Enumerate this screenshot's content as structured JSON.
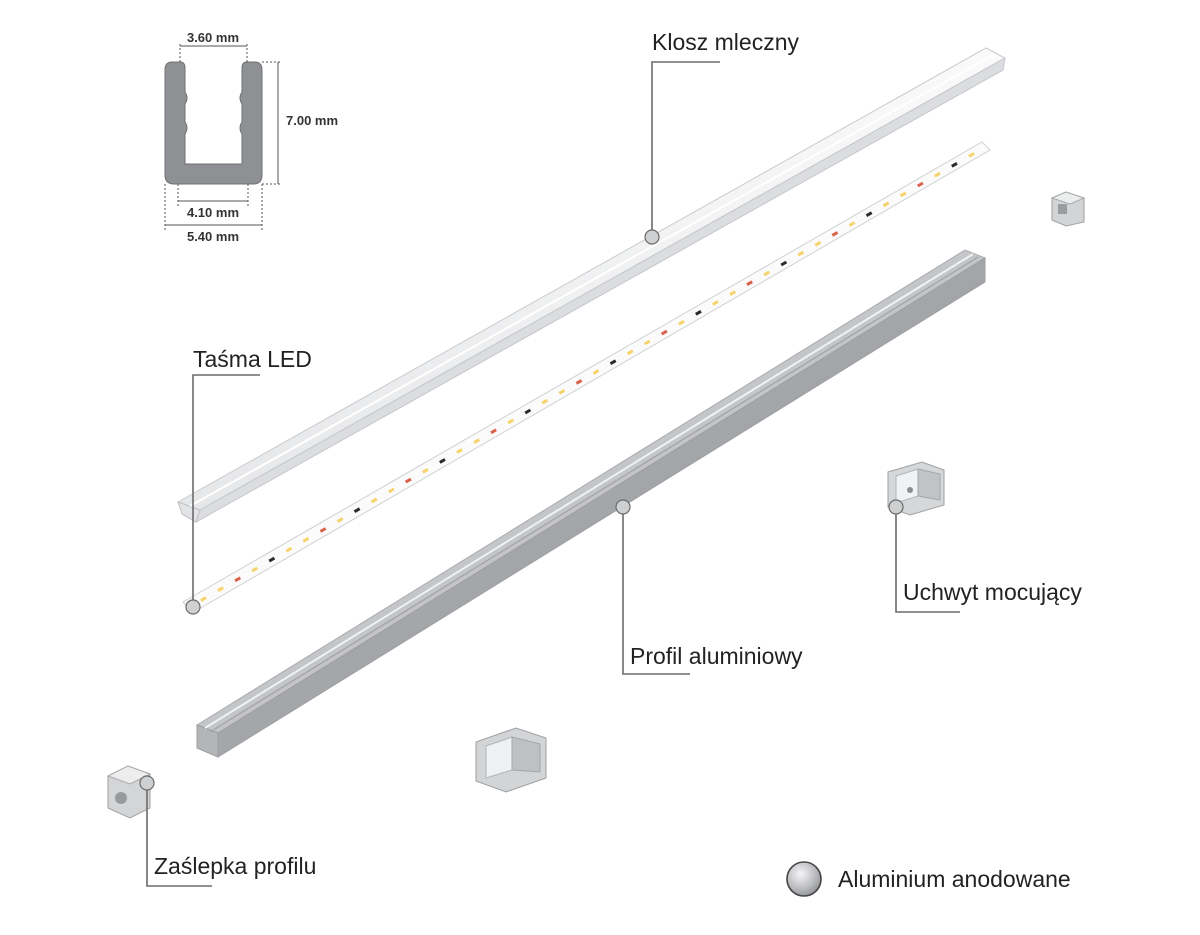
{
  "labels": {
    "diffuser": "Klosz mleczny",
    "led_strip": "Taśma LED",
    "aluminium_profile": "Profil aluminiowy",
    "mounting_clip": "Uchwyt mocujący",
    "end_cap": "Zaślepka profilu"
  },
  "dimensions": {
    "inner_top_width": "3.60 mm",
    "height": "7.00 mm",
    "inner_bottom_width": "4.10 mm",
    "outer_width": "5.40 mm"
  },
  "legend": {
    "finish": "Aluminium anodowane"
  },
  "colors": {
    "aluminium": "#c9cacc",
    "diffuser": "#f2f3f4",
    "led_warm": "#f6d36a",
    "led_red": "#d9624b",
    "chip": "#2a2a2a",
    "leader": "#6b6b6b"
  },
  "icons": [
    "marker-dot-icon",
    "aluminium-swatch-icon"
  ]
}
